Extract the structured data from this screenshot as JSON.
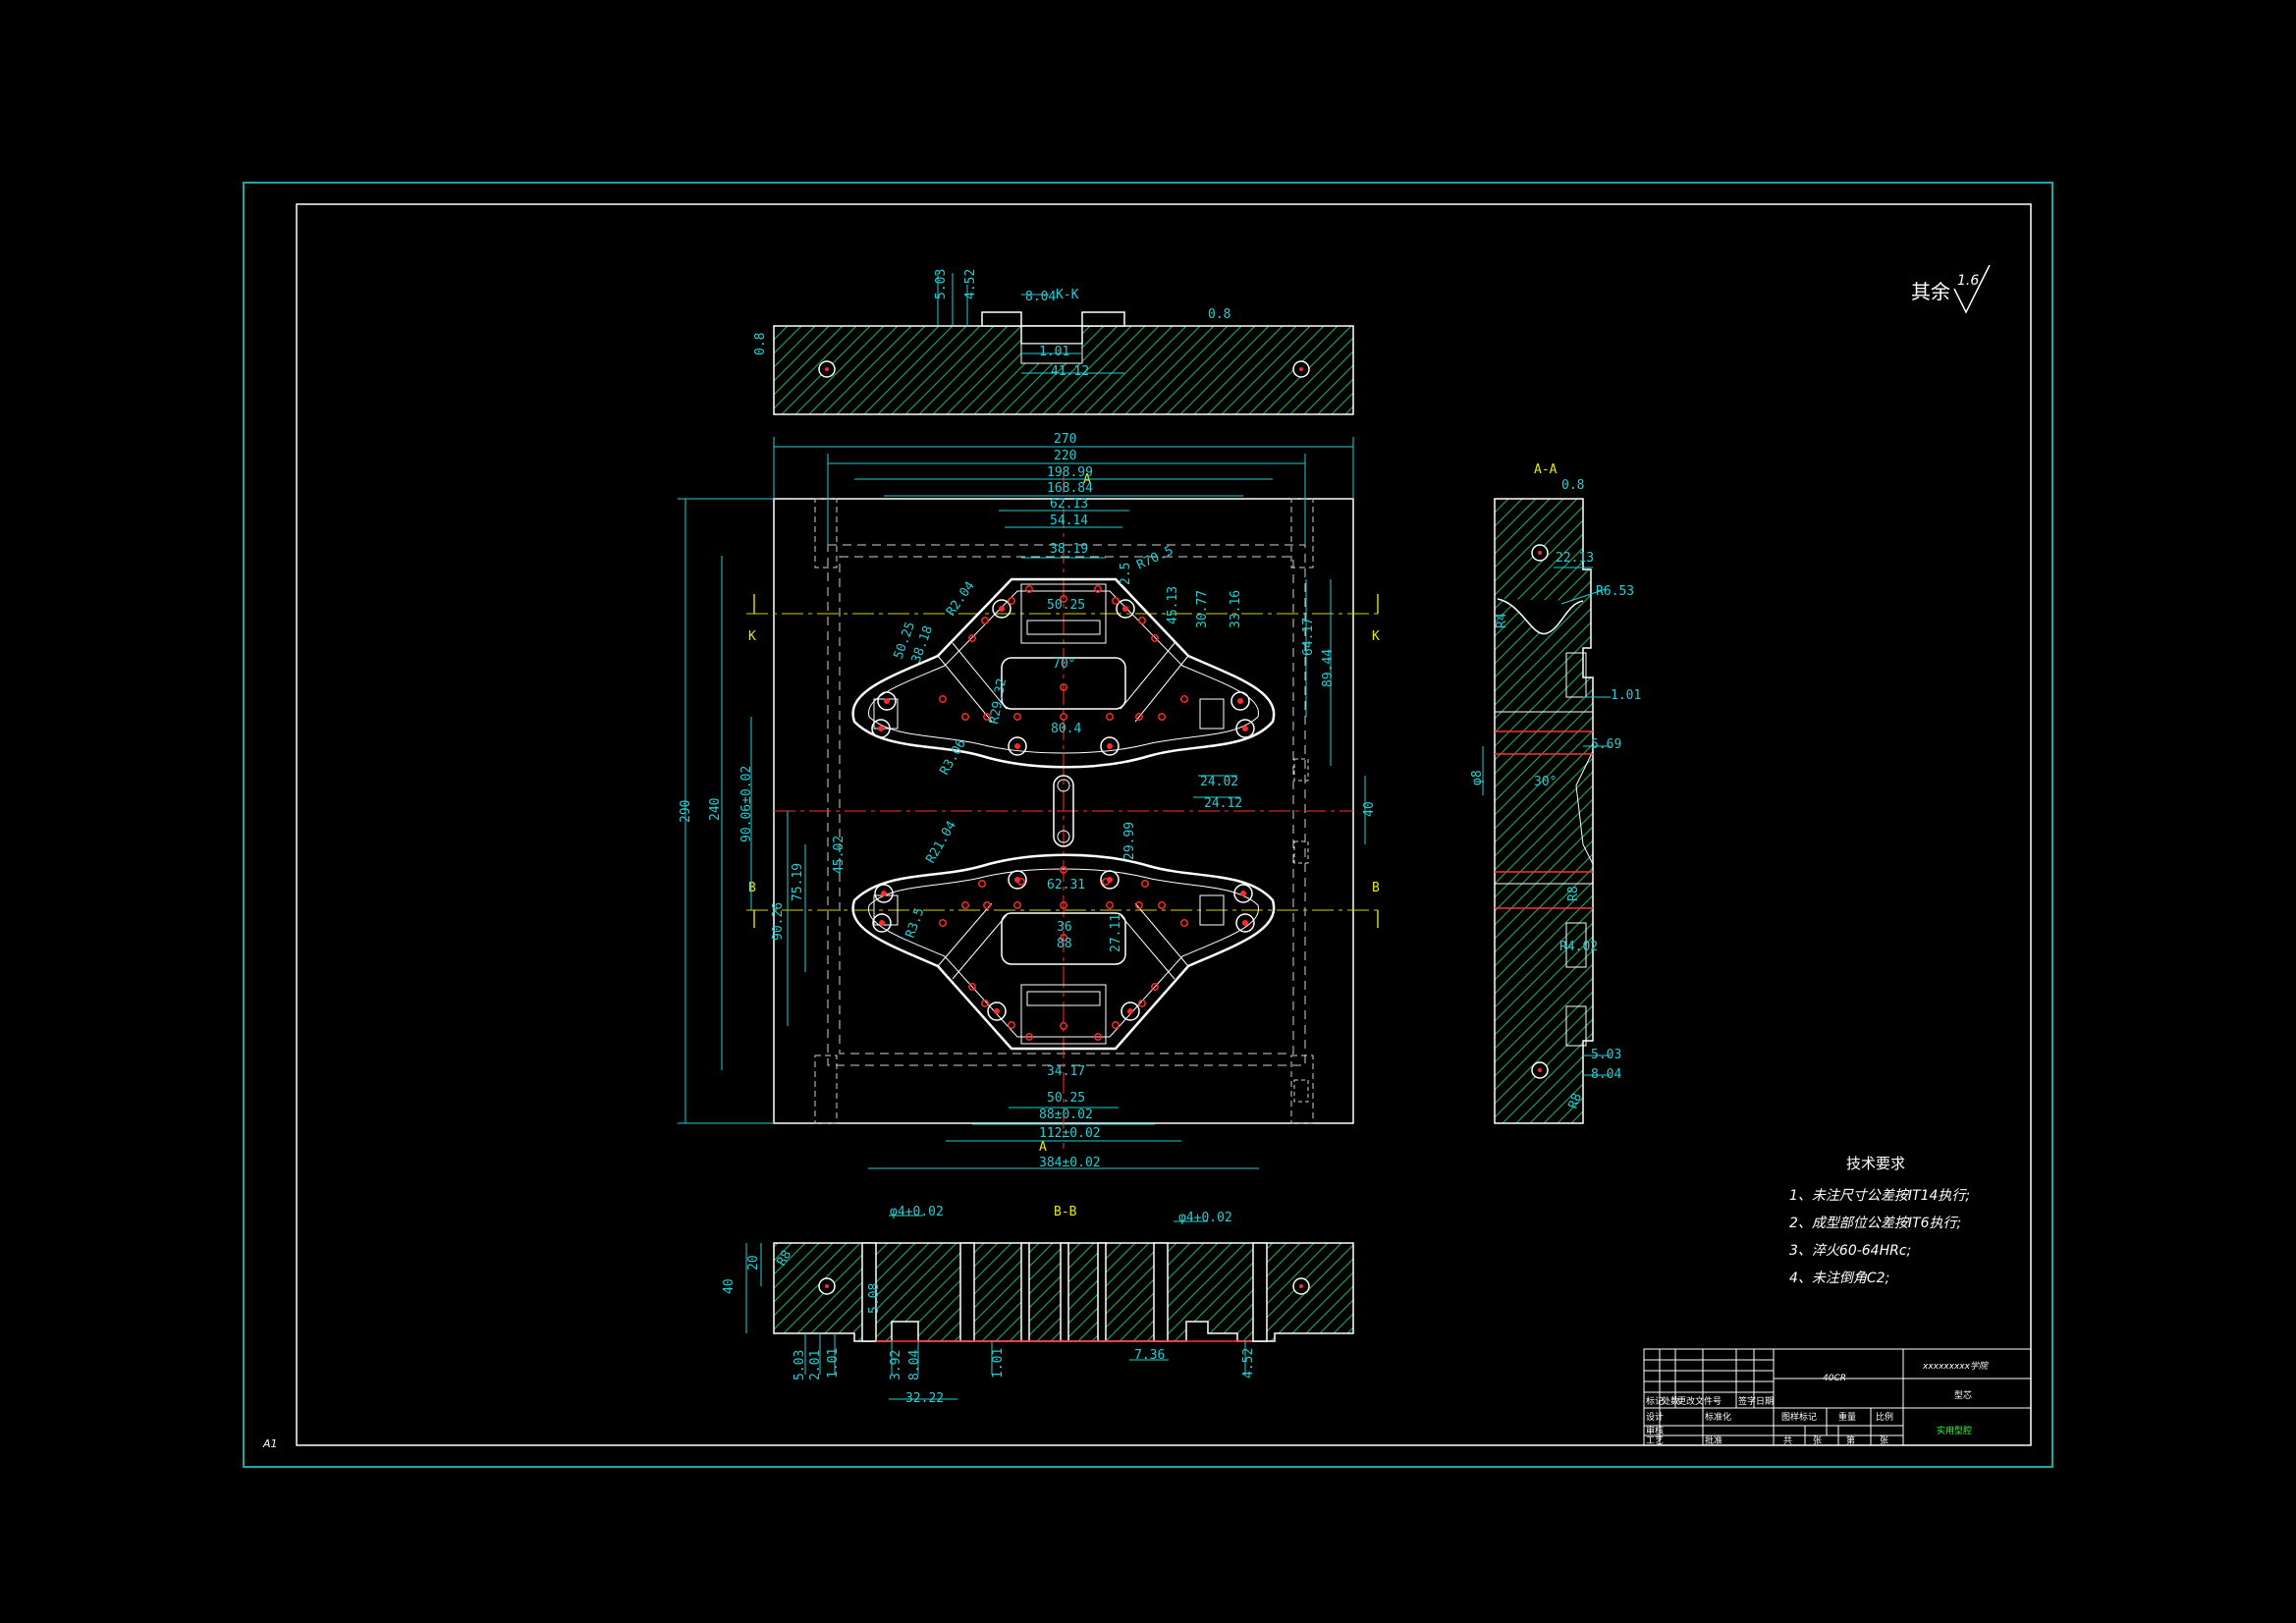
{
  "sheet": {
    "size_label": "A1"
  },
  "roughness": {
    "prefix": "其余",
    "value": "1.6"
  },
  "views": {
    "kk": {
      "label": "K-K"
    },
    "aa": {
      "label": "A-A"
    },
    "bb": {
      "label": "B-B"
    }
  },
  "section_marks": [
    "K",
    "K",
    "B",
    "B",
    "A",
    "A"
  ],
  "top_view_dims": [
    "5.03",
    "4.52",
    "8.04",
    "1.01",
    "41.12",
    "0.8",
    "0.8"
  ],
  "plan_horizontal_dims": [
    "270",
    "220",
    "198.99",
    "168.84",
    "62.13",
    "54.14",
    "38.19",
    "50.25",
    "80.4",
    "70°",
    "62.31",
    "36",
    "88",
    "34.17",
    "50.25",
    "88±0.02",
    "112±0.02",
    "384±0.02",
    "24.02",
    "24.12"
  ],
  "plan_vertical_dims": [
    "290",
    "240",
    "90.06±0.02",
    "45.02",
    "75.19",
    "90.26",
    "45.13",
    "30.77",
    "33.16",
    "64.17",
    "89.44",
    "40",
    "29.99",
    "27.11"
  ],
  "plan_misc_dims": [
    "R70.5",
    "50.25",
    "38.18",
    "R2.04",
    "R29.32",
    "R21.04",
    "R3.5",
    "R3.06",
    "2.5"
  ],
  "aa_view_dims": [
    "0.8",
    "22.13",
    "R6.53",
    "R4",
    "1.01",
    "5.69",
    "φ8",
    "30°",
    "R8",
    "R4.02",
    "5.03",
    "8.04",
    "R8"
  ],
  "bb_view_dims": [
    "φ4+0.02",
    "φ4+0.02",
    "40",
    "20",
    "R8",
    "5.08",
    "5.03",
    "2.01",
    "1.01",
    "3.92",
    "8.04",
    "32.22",
    "1.01",
    "7.36",
    "4.52"
  ],
  "tech_requirements": {
    "title": "技术要求",
    "items": [
      "1、未注尺寸公差按IT14执行;",
      "2、成型部位公差按IT6执行;",
      "3、淬火60-64HRc;",
      "4、未注倒角C2;"
    ]
  },
  "title_block": {
    "material": "40CR",
    "school": "xxxxxxxxx学院",
    "part_name": "型芯",
    "drawing_no": "实用型腔",
    "headers": [
      "标记",
      "处数",
      "更改文件号",
      "签字",
      "日期"
    ],
    "row_labels": [
      "设计",
      "审核",
      "工艺"
    ],
    "row_values": [
      "标准化",
      "批准"
    ],
    "stage_labels": [
      "图样标记",
      "重量",
      "比例"
    ],
    "sheet_labels": [
      "共",
      "张",
      "第",
      "张"
    ]
  },
  "colors": {
    "frame_outer": "#1aa8a8",
    "frame_inner": "#ffffff",
    "part_outline": "#ffffff",
    "hatch": "#1f9b4a",
    "dimension": "#1fd0d6",
    "hole": "#ff2a2a",
    "centerline": "#d4d400",
    "hidden": "#cfcfcf",
    "parting_line": "#ff3030"
  }
}
